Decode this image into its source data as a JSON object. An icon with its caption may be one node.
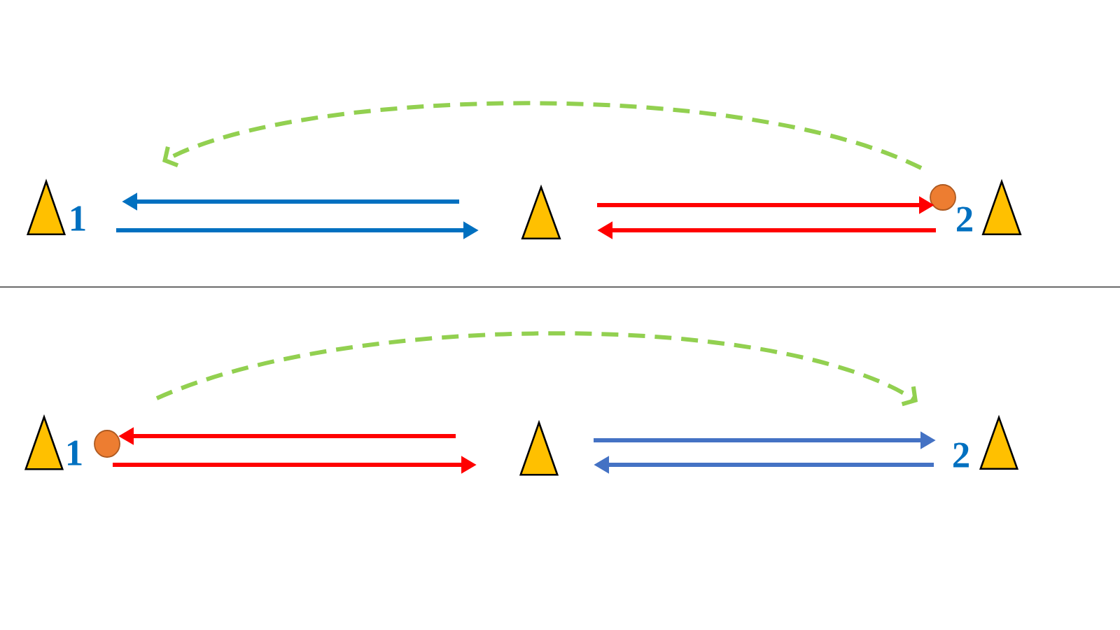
{
  "diagram": {
    "nodes": [
      {
        "text": [],
        "shape": "triangle",
        "beside": [
          "1"
        ]
      },
      {
        "text": [],
        "shape": "triangle"
      },
      {
        "text": [],
        "shape": "circle"
      },
      {
        "text": [],
        "shape": "triangle",
        "beside": [
          "2"
        ]
      },
      {
        "text": [],
        "shape": "triangle",
        "beside": [
          "1"
        ]
      },
      {
        "text": [],
        "shape": "circle"
      },
      {
        "text": [],
        "shape": "triangle"
      },
      {
        "text": [],
        "shape": "triangle",
        "beside": [
          "2"
        ]
      }
    ],
    "edges": [
      {
        "from": 1,
        "to": 0,
        "arrow": "to",
        "color": "#0070c0"
      },
      {
        "from": 0,
        "to": 1,
        "arrow": "to",
        "color": "#0070c0"
      },
      {
        "from": 1,
        "to": 2,
        "arrow": "to",
        "color": "#ff0000"
      },
      {
        "from": 2,
        "to": 1,
        "arrow": "to",
        "color": "#ff0000"
      },
      {
        "from": 2,
        "to": null,
        "arrow": "to",
        "style": "dashed",
        "color": "#92d050"
      },
      {
        "from": 6,
        "to": 5,
        "arrow": "to",
        "color": "#ff0000"
      },
      {
        "from": 5,
        "to": 6,
        "arrow": "to",
        "color": "#ff0000"
      },
      {
        "from": 6,
        "to": 7,
        "arrow": "to",
        "color": "#4472c4"
      },
      {
        "from": 7,
        "to": 6,
        "arrow": "to",
        "color": "#4472c4"
      },
      {
        "from": 5,
        "to": 7,
        "arrow": "to",
        "style": "dashed",
        "color": "#92d050"
      }
    ]
  }
}
